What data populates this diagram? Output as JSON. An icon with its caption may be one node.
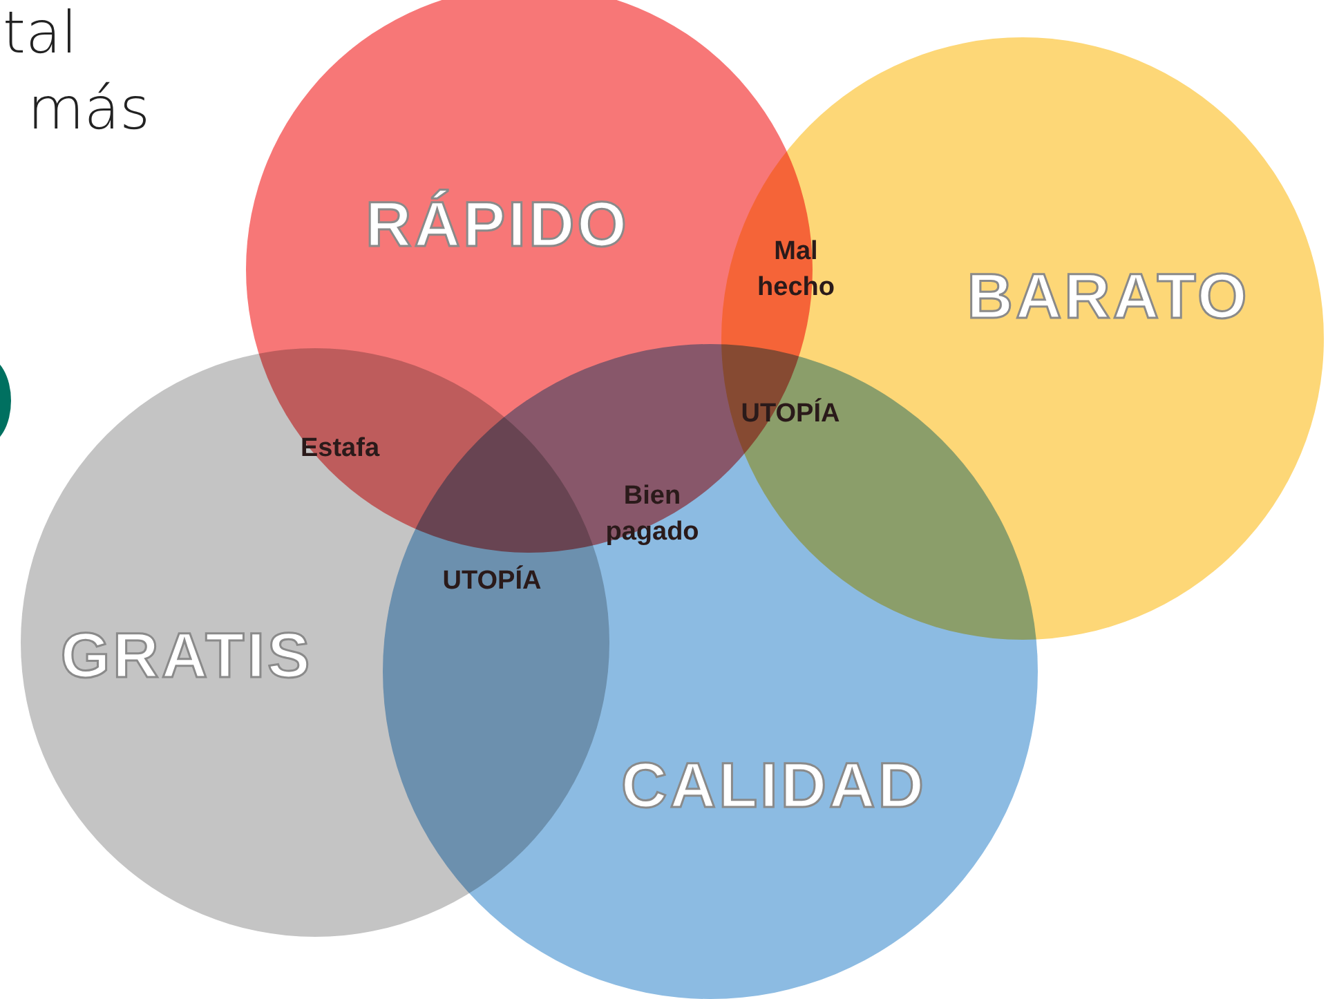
{
  "diagram": {
    "nodes": [
      {
        "text": [
          "RÁPIDO"
        ]
      },
      {
        "text": [
          "BARATO"
        ]
      },
      {
        "text": [
          "GRATIS"
        ]
      },
      {
        "text": [
          "CALIDAD"
        ]
      }
    ],
    "labels": [
      "tal",
      "más",
      "Mal hecho",
      "UTOPÍA",
      "Estafa",
      "Bien pagado",
      "UTOPÍA"
    ]
  }
}
